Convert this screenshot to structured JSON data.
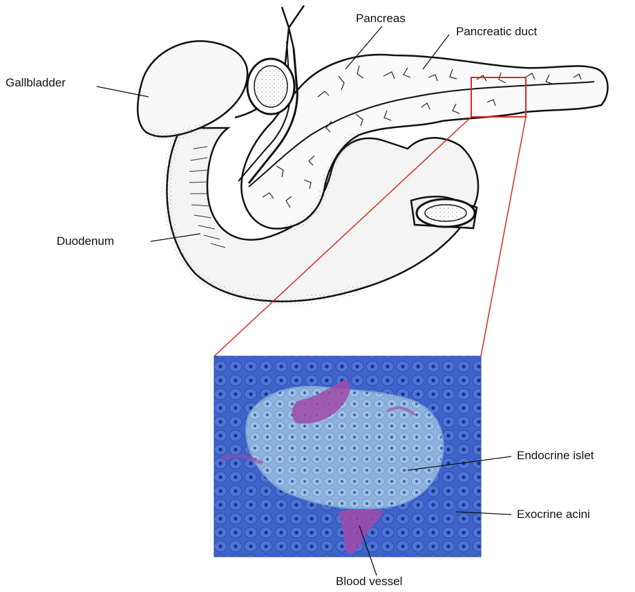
{
  "labels": {
    "gallbladder": "Gallbladder",
    "pancreas": "Pancreas",
    "pancreatic_duct": "Pancreatic duct",
    "duodenum": "Duodenum",
    "endocrine_islet": "Endocrine islet",
    "exocrine_acini": "Exocrine acini",
    "blood_vessel": "Blood vessel"
  },
  "colors": {
    "highlight_box": "#d62a1e",
    "histology_bg": "#3f63c9",
    "islet": "#8fb3dd",
    "vessel": "#a04aa8",
    "line_art": "#111111"
  }
}
